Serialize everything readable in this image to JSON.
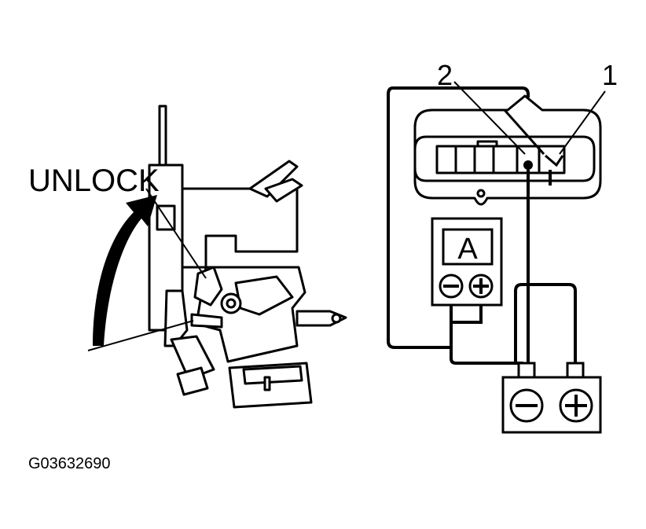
{
  "labels": {
    "unlock": "UNLOCK",
    "callout_1": "1",
    "callout_2": "2",
    "ammeter": "A",
    "figure_id": "G03632690"
  },
  "colors": {
    "ink": "#000000",
    "paper": "#ffffff"
  },
  "icons": {
    "meter_negative": "minus-circle-icon",
    "meter_positive": "plus-circle-icon",
    "battery_negative": "minus-circle-icon",
    "battery_positive": "plus-circle-icon"
  }
}
